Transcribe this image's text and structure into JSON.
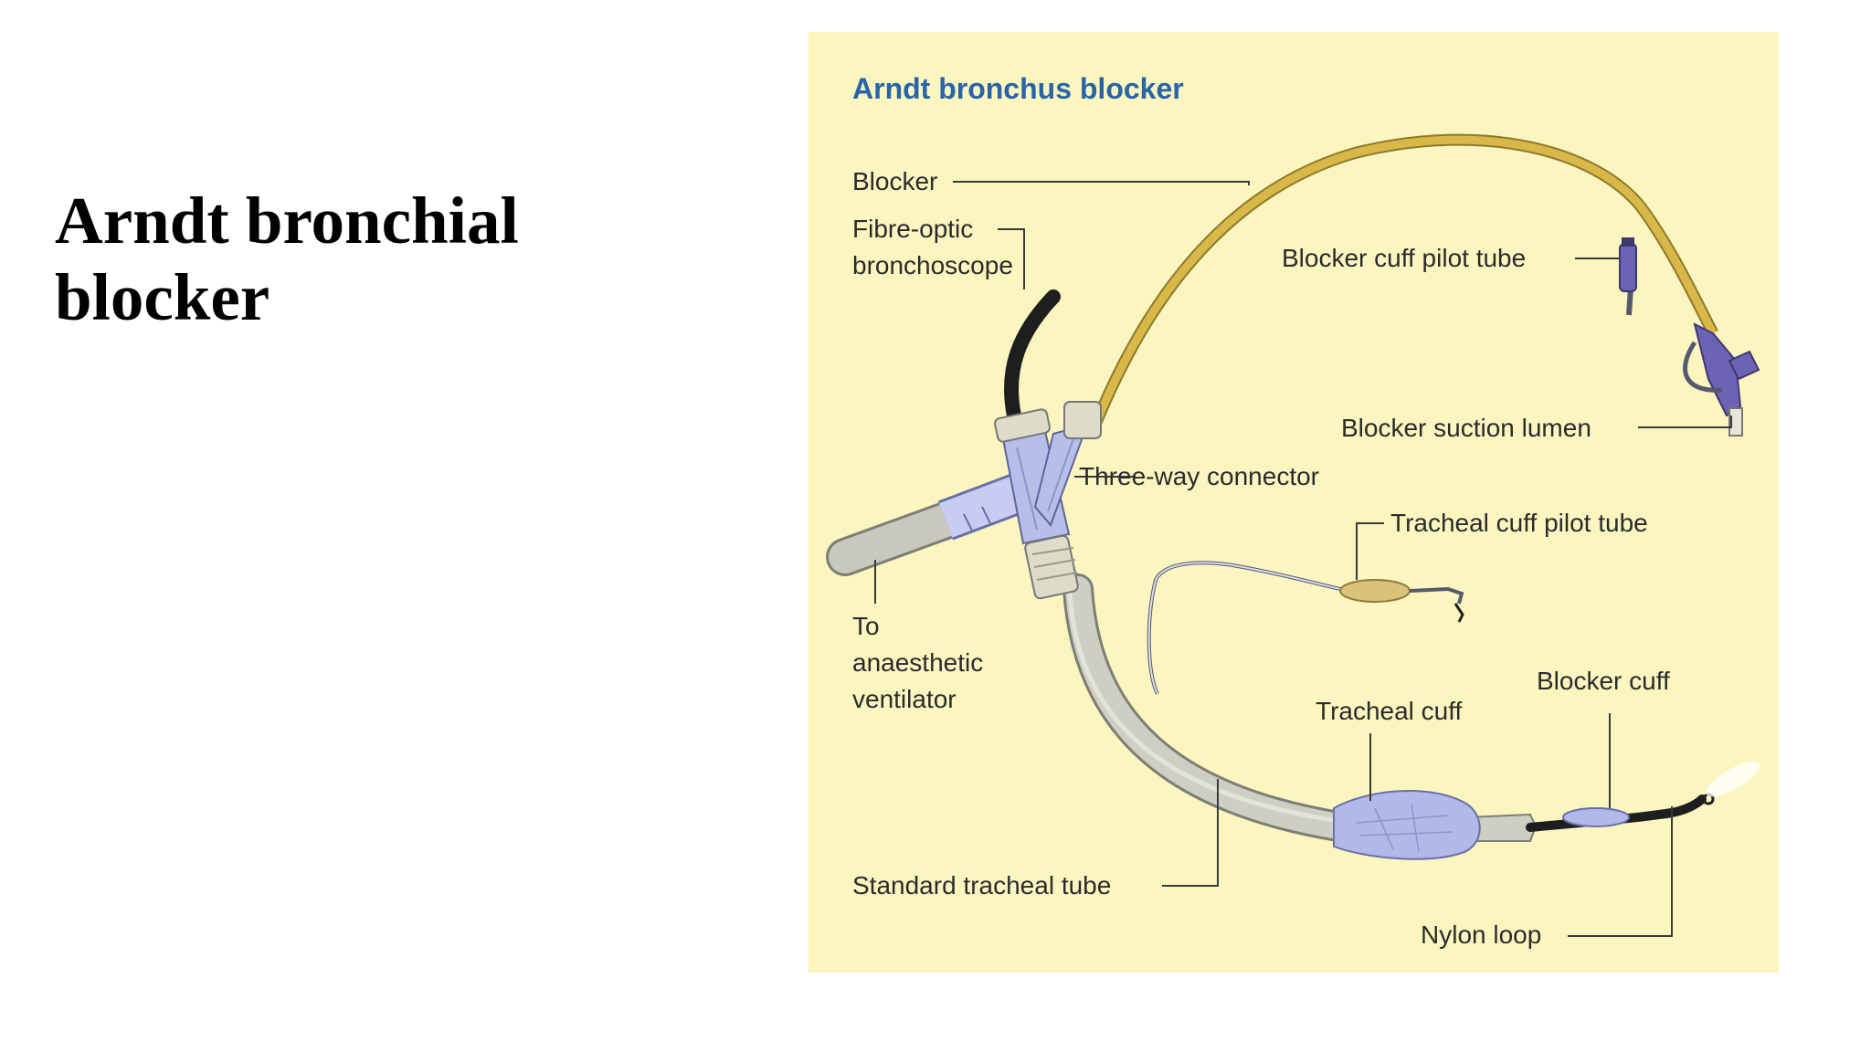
{
  "slide": {
    "title_line1": "Arndt bronchial",
    "title_line2": "blocker"
  },
  "figure": {
    "title": "Arndt bronchus blocker",
    "labels": {
      "blocker": "Blocker",
      "fibre_optic_1": "Fibre-optic",
      "fibre_optic_2": "bronchoscope",
      "blocker_cuff_pilot_tube": "Blocker cuff pilot tube",
      "blocker_suction_lumen": "Blocker suction lumen",
      "three_way_connector": "Three-way connector",
      "tracheal_cuff_pilot_tube": "Tracheal cuff pilot tube",
      "to_ventilator_1": "To",
      "to_ventilator_2": "anaesthetic",
      "to_ventilator_3": "ventilator",
      "blocker_cuff": "Blocker cuff",
      "tracheal_cuff": "Tracheal cuff",
      "standard_tracheal_tube": "Standard tracheal tube",
      "nylon_loop": "Nylon loop"
    },
    "colors": {
      "panel_background": "#fbf5c0",
      "title_color": "#2a64a8",
      "blocker_tube": "#d8b848",
      "connector": "#b7bee8",
      "tracheal_tube": "#c9c8bd",
      "bronchoscope": "#1e1e1e",
      "cuff": "#b3b8ea"
    }
  }
}
